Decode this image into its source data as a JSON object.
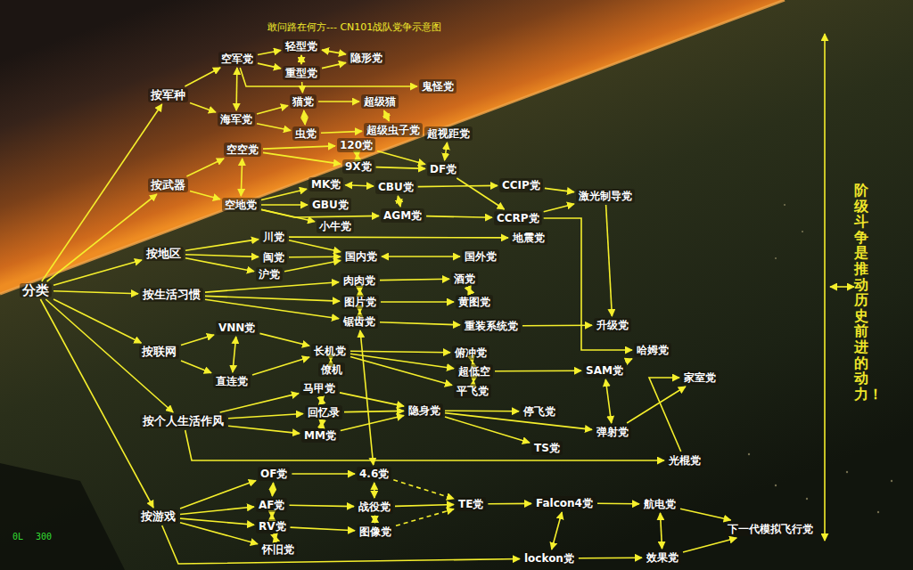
{
  "diagram": {
    "title": "敢问路在何方--- CN101战队党争示意图",
    "nodes": [
      {
        "text": [
          "分类"
        ]
      },
      {
        "text": [
          "按军种"
        ]
      },
      {
        "text": [
          "按武器"
        ]
      },
      {
        "text": [
          "按地区"
        ]
      },
      {
        "text": [
          "按生活习惯"
        ]
      },
      {
        "text": [
          "按联网"
        ]
      },
      {
        "text": [
          "按个人生活作风"
        ]
      },
      {
        "text": [
          "按游戏"
        ]
      },
      {
        "text": [
          "空军党"
        ]
      },
      {
        "text": [
          "海军党"
        ]
      },
      {
        "text": [
          "轻型党"
        ]
      },
      {
        "text": [
          "重型党"
        ]
      },
      {
        "text": [
          "隐形党"
        ]
      },
      {
        "text": [
          "鬼怪党"
        ]
      },
      {
        "text": [
          "猫党"
        ]
      },
      {
        "text": [
          "超级猫"
        ]
      },
      {
        "text": [
          "虫党"
        ]
      },
      {
        "text": [
          "超级虫子党"
        ]
      },
      {
        "text": [
          "超视距党"
        ]
      },
      {
        "text": [
          "空空党"
        ]
      },
      {
        "text": [
          "120党"
        ]
      },
      {
        "text": [
          "9X党"
        ]
      },
      {
        "text": [
          "DF党"
        ]
      },
      {
        "text": [
          "空地党"
        ]
      },
      {
        "text": [
          "MK党"
        ]
      },
      {
        "text": [
          "CBU党"
        ]
      },
      {
        "text": [
          "GBU党"
        ]
      },
      {
        "text": [
          "AGM党"
        ]
      },
      {
        "text": [
          "小牛党"
        ]
      },
      {
        "text": [
          "CCIP党"
        ]
      },
      {
        "text": [
          "激光制导党"
        ]
      },
      {
        "text": [
          "CCRP党"
        ]
      },
      {
        "text": [
          "地震党"
        ]
      },
      {
        "text": [
          "川党"
        ]
      },
      {
        "text": [
          "闽党"
        ]
      },
      {
        "text": [
          "沪党"
        ]
      },
      {
        "text": [
          "国内党"
        ]
      },
      {
        "text": [
          "国外党"
        ]
      },
      {
        "text": [
          "肉肉党"
        ]
      },
      {
        "text": [
          "图片党"
        ]
      },
      {
        "text": [
          "锯齿党"
        ]
      },
      {
        "text": [
          "酒党"
        ]
      },
      {
        "text": [
          "黄图党"
        ]
      },
      {
        "text": [
          "重装系统党"
        ]
      },
      {
        "text": [
          "升级党"
        ]
      },
      {
        "text": [
          "VNN党"
        ]
      },
      {
        "text": [
          "直连党"
        ]
      },
      {
        "text": [
          "长机党"
        ]
      },
      {
        "text": [
          "僚机"
        ]
      },
      {
        "text": [
          "俯冲党"
        ]
      },
      {
        "text": [
          "超低空"
        ]
      },
      {
        "text": [
          "平飞党"
        ]
      },
      {
        "text": [
          "SAM党"
        ]
      },
      {
        "text": [
          "哈姆党"
        ]
      },
      {
        "text": [
          "家室党"
        ]
      },
      {
        "text": [
          "马甲党"
        ]
      },
      {
        "text": [
          "回忆录"
        ]
      },
      {
        "text": [
          "MM党"
        ]
      },
      {
        "text": [
          "隐身党"
        ]
      },
      {
        "text": [
          "停飞党"
        ]
      },
      {
        "text": [
          "弹射党"
        ]
      },
      {
        "text": [
          "TS党"
        ]
      },
      {
        "text": [
          "光棍党"
        ]
      },
      {
        "text": [
          "OF党"
        ]
      },
      {
        "text": [
          "AF党"
        ]
      },
      {
        "text": [
          "RV党"
        ]
      },
      {
        "text": [
          "怀旧党"
        ]
      },
      {
        "text": [
          "4.6党"
        ]
      },
      {
        "text": [
          "战役党"
        ]
      },
      {
        "text": [
          "图像党"
        ]
      },
      {
        "text": [
          "TE党"
        ]
      },
      {
        "text": [
          "Falcon4党"
        ]
      },
      {
        "text": [
          "航电党"
        ]
      },
      {
        "text": [
          "效果党"
        ]
      },
      {
        "text": [
          "lockon党"
        ]
      },
      {
        "text": [
          "下一代模拟飞行党"
        ]
      }
    ],
    "edges": [
      {
        "from": 0,
        "to": 1,
        "arrow": "to"
      },
      {
        "from": 0,
        "to": 2,
        "arrow": "to"
      },
      {
        "from": 0,
        "to": 3,
        "arrow": "to"
      },
      {
        "from": 0,
        "to": 4,
        "arrow": "to"
      },
      {
        "from": 0,
        "to": 5,
        "arrow": "to"
      },
      {
        "from": 0,
        "to": 6,
        "arrow": "to"
      },
      {
        "from": 0,
        "to": 7,
        "arrow": "to"
      },
      {
        "from": 1,
        "to": 8,
        "arrow": "to"
      },
      {
        "from": 1,
        "to": 9,
        "arrow": "to"
      },
      {
        "from": 8,
        "to": 9,
        "arrow": "both"
      },
      {
        "from": 8,
        "to": 10,
        "arrow": "to"
      },
      {
        "from": 8,
        "to": 11,
        "arrow": "to"
      },
      {
        "from": 10,
        "to": 12,
        "arrow": "both"
      },
      {
        "from": 11,
        "to": 12,
        "arrow": "to"
      },
      {
        "from": 10,
        "to": 11,
        "arrow": "both"
      },
      {
        "from": 8,
        "to": 13,
        "arrow": "to"
      },
      {
        "from": 11,
        "to": 14,
        "arrow": "to"
      },
      {
        "from": 9,
        "to": 14,
        "arrow": "to"
      },
      {
        "from": 9,
        "to": 16,
        "arrow": "to"
      },
      {
        "from": 14,
        "to": 16,
        "arrow": "both"
      },
      {
        "from": 14,
        "to": 15,
        "arrow": "to"
      },
      {
        "from": 16,
        "to": 17,
        "arrow": "to"
      },
      {
        "from": 15,
        "to": 17,
        "arrow": "both"
      },
      {
        "from": 2,
        "to": 19,
        "arrow": "to"
      },
      {
        "from": 2,
        "to": 23,
        "arrow": "to"
      },
      {
        "from": 19,
        "to": 23,
        "arrow": "both"
      },
      {
        "from": 19,
        "to": 20,
        "arrow": "to"
      },
      {
        "from": 19,
        "to": 21,
        "arrow": "to"
      },
      {
        "from": 20,
        "to": 21,
        "arrow": "both"
      },
      {
        "from": 20,
        "to": 22,
        "arrow": "to"
      },
      {
        "from": 21,
        "to": 22,
        "arrow": "to"
      },
      {
        "from": 18,
        "to": 22,
        "arrow": "both"
      },
      {
        "from": 23,
        "to": 24,
        "arrow": "to"
      },
      {
        "from": 23,
        "to": 26,
        "arrow": "to"
      },
      {
        "from": 23,
        "to": 27,
        "arrow": "to"
      },
      {
        "from": 23,
        "to": 28,
        "arrow": "to"
      },
      {
        "from": 24,
        "to": 25,
        "arrow": "both"
      },
      {
        "from": 25,
        "to": 27,
        "arrow": "both"
      },
      {
        "from": 25,
        "to": 29,
        "arrow": "to"
      },
      {
        "from": 27,
        "to": 31,
        "arrow": "to"
      },
      {
        "from": 22,
        "to": 31,
        "arrow": "to"
      },
      {
        "from": 29,
        "to": 30,
        "arrow": "to"
      },
      {
        "from": 31,
        "to": 30,
        "arrow": "to"
      },
      {
        "from": 30,
        "to": 44,
        "arrow": "to"
      },
      {
        "from": 31,
        "to": 53,
        "arrow": "to"
      },
      {
        "from": 3,
        "to": 33,
        "arrow": "to"
      },
      {
        "from": 3,
        "to": 34,
        "arrow": "to"
      },
      {
        "from": 3,
        "to": 35,
        "arrow": "to"
      },
      {
        "from": 33,
        "to": 36,
        "arrow": "to"
      },
      {
        "from": 34,
        "to": 36,
        "arrow": "to"
      },
      {
        "from": 35,
        "to": 36,
        "arrow": "to"
      },
      {
        "from": 36,
        "to": 37,
        "arrow": "both"
      },
      {
        "from": 33,
        "to": 32,
        "arrow": "to"
      },
      {
        "from": 4,
        "to": 38,
        "arrow": "to"
      },
      {
        "from": 4,
        "to": 39,
        "arrow": "to"
      },
      {
        "from": 4,
        "to": 40,
        "arrow": "to"
      },
      {
        "from": 38,
        "to": 39,
        "arrow": "both"
      },
      {
        "from": 39,
        "to": 40,
        "arrow": "both"
      },
      {
        "from": 38,
        "to": 41,
        "arrow": "to"
      },
      {
        "from": 39,
        "to": 42,
        "arrow": "to"
      },
      {
        "from": 41,
        "to": 42,
        "arrow": "both"
      },
      {
        "from": 40,
        "to": 43,
        "arrow": "to"
      },
      {
        "from": 43,
        "to": 44,
        "arrow": "to"
      },
      {
        "from": 40,
        "to": 67,
        "arrow": "both"
      },
      {
        "from": 5,
        "to": 45,
        "arrow": "to"
      },
      {
        "from": 5,
        "to": 46,
        "arrow": "to"
      },
      {
        "from": 45,
        "to": 46,
        "arrow": "both"
      },
      {
        "from": 45,
        "to": 47,
        "arrow": "to"
      },
      {
        "from": 46,
        "to": 47,
        "arrow": "to"
      },
      {
        "from": 47,
        "to": 48,
        "arrow": "both"
      },
      {
        "from": 47,
        "to": 49,
        "arrow": "to"
      },
      {
        "from": 47,
        "to": 50,
        "arrow": "to"
      },
      {
        "from": 47,
        "to": 51,
        "arrow": "to"
      },
      {
        "from": 49,
        "to": 50,
        "arrow": "both"
      },
      {
        "from": 50,
        "to": 51,
        "arrow": "both"
      },
      {
        "from": 50,
        "to": 52,
        "arrow": "to"
      },
      {
        "from": 52,
        "to": 53,
        "arrow": "to"
      },
      {
        "from": 52,
        "to": 60,
        "arrow": "both"
      },
      {
        "from": 60,
        "to": 54,
        "arrow": "to"
      },
      {
        "from": 6,
        "to": 55,
        "arrow": "to"
      },
      {
        "from": 6,
        "to": 56,
        "arrow": "to"
      },
      {
        "from": 6,
        "to": 57,
        "arrow": "to"
      },
      {
        "from": 55,
        "to": 56,
        "arrow": "both"
      },
      {
        "from": 56,
        "to": 57,
        "arrow": "both"
      },
      {
        "from": 55,
        "to": 58,
        "arrow": "to"
      },
      {
        "from": 56,
        "to": 58,
        "arrow": "to"
      },
      {
        "from": 57,
        "to": 58,
        "arrow": "to"
      },
      {
        "from": 58,
        "to": 59,
        "arrow": "to"
      },
      {
        "from": 58,
        "to": 60,
        "arrow": "to"
      },
      {
        "from": 58,
        "to": 61,
        "arrow": "to"
      },
      {
        "from": 6,
        "to": 62,
        "arrow": "to"
      },
      {
        "from": 62,
        "to": 54,
        "arrow": "to"
      },
      {
        "from": 7,
        "to": 63,
        "arrow": "to"
      },
      {
        "from": 7,
        "to": 64,
        "arrow": "to"
      },
      {
        "from": 7,
        "to": 65,
        "arrow": "to"
      },
      {
        "from": 7,
        "to": 66,
        "arrow": "to"
      },
      {
        "from": 7,
        "to": 74,
        "arrow": "to"
      },
      {
        "from": 63,
        "to": 64,
        "arrow": "both"
      },
      {
        "from": 64,
        "to": 65,
        "arrow": "both"
      },
      {
        "from": 65,
        "to": 66,
        "arrow": "both"
      },
      {
        "from": 63,
        "to": 67,
        "arrow": "to"
      },
      {
        "from": 64,
        "to": 68,
        "arrow": "to"
      },
      {
        "from": 65,
        "to": 69,
        "arrow": "to"
      },
      {
        "from": 67,
        "to": 68,
        "arrow": "both"
      },
      {
        "from": 68,
        "to": 69,
        "arrow": "both"
      },
      {
        "from": 67,
        "to": 70,
        "arrow": "to"
      },
      {
        "from": 68,
        "to": 70,
        "arrow": "to"
      },
      {
        "from": 69,
        "to": 70,
        "arrow": "to"
      },
      {
        "from": 70,
        "to": 71,
        "arrow": "to"
      },
      {
        "from": 71,
        "to": 72,
        "arrow": "to"
      },
      {
        "from": 71,
        "to": 74,
        "arrow": "both"
      },
      {
        "from": 74,
        "to": 73,
        "arrow": "to"
      },
      {
        "from": 72,
        "to": 73,
        "arrow": "both"
      },
      {
        "from": 72,
        "to": 75,
        "arrow": "to"
      },
      {
        "from": 73,
        "to": 75,
        "arrow": "to"
      }
    ],
    "labels": [
      "阶级斗争是推动历史前进的动力！",
      "0L",
      "300"
    ]
  }
}
